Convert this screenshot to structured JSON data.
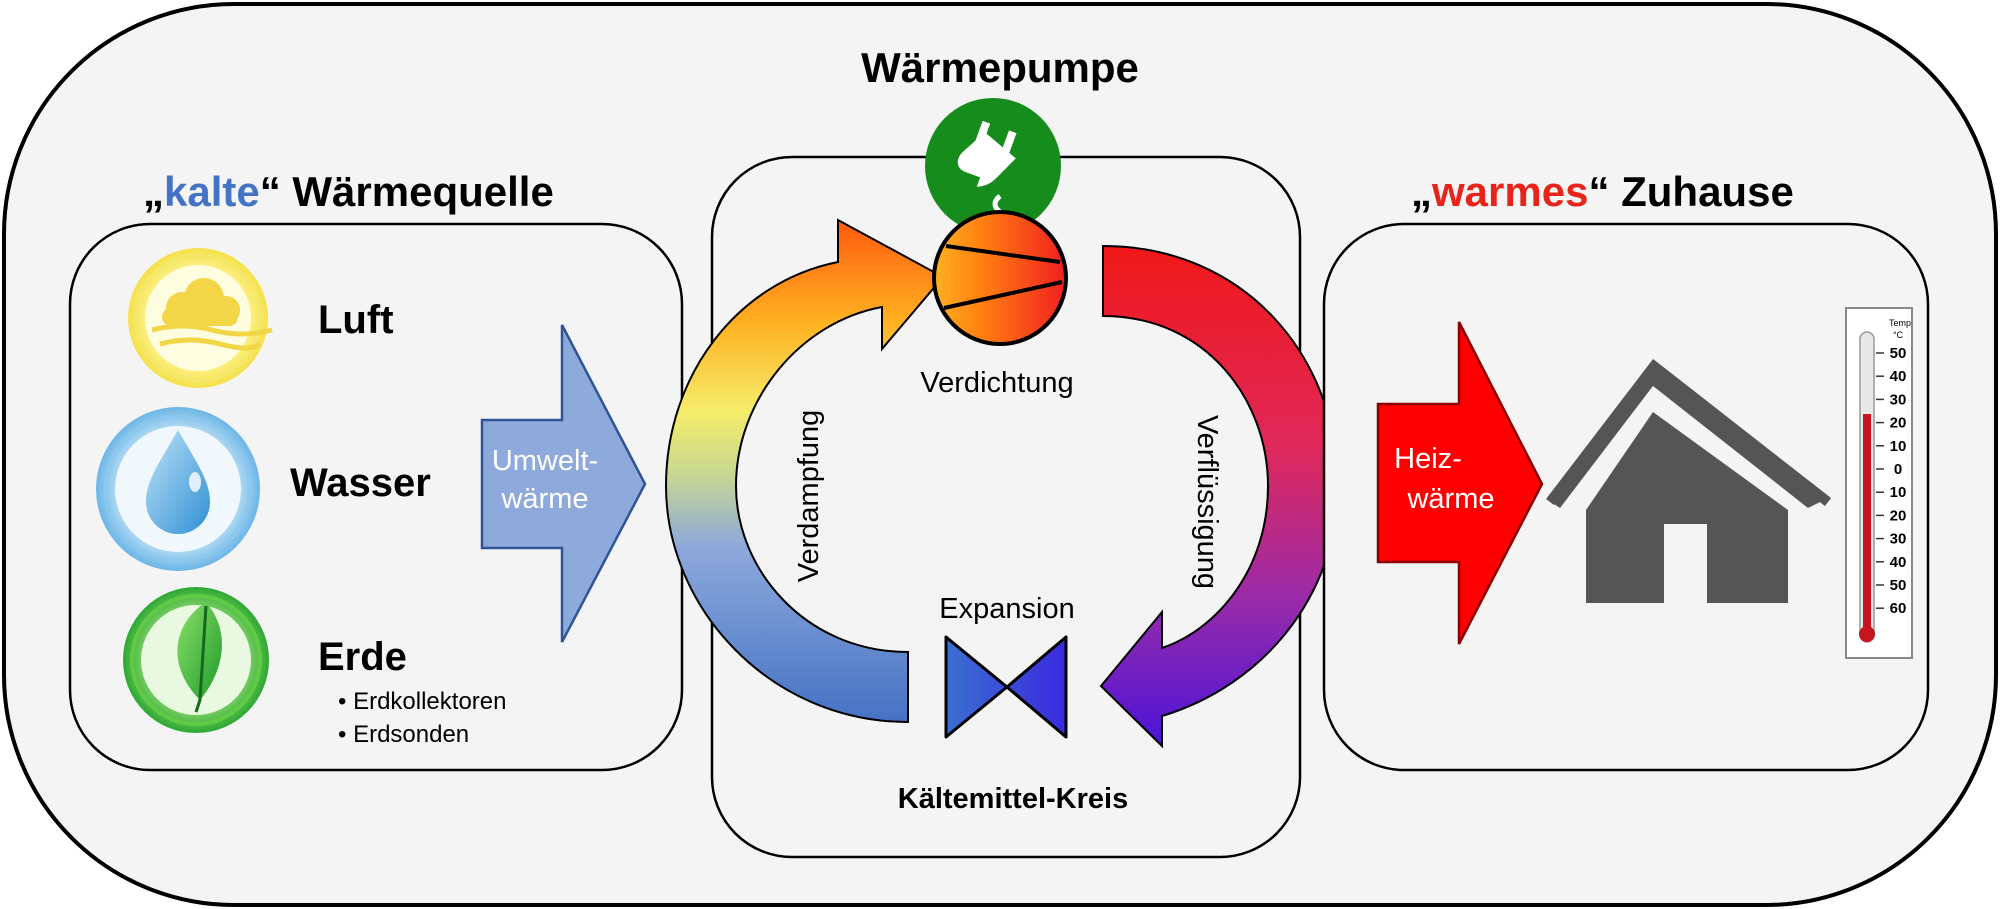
{
  "title": "Wärmepumpe",
  "source": {
    "heading_prefix": "„",
    "heading_highlight": "kalte",
    "heading_suffix": "“ Wärmequelle",
    "highlight_color": "#4472C4",
    "items": [
      {
        "label": "Luft",
        "icon": "cloud-wind-icon"
      },
      {
        "label": "Wasser",
        "icon": "water-drop-icon"
      },
      {
        "label": "Erde",
        "icon": "leaf-icon"
      }
    ],
    "sub_items": [
      "• Erdkollektoren",
      "• Erdsonden"
    ],
    "arrow_line1": "Umwelt-",
    "arrow_line2": "wärme"
  },
  "cycle": {
    "compression": "Verdichtung",
    "evaporation": "Verdampfung",
    "condensation": "Verflüssigung",
    "expansion": "Expansion",
    "circuit_label": "Kältemittel-Kreis",
    "power_icon": "plug-icon"
  },
  "home": {
    "heading_prefix": "„",
    "heading_highlight": "warmes",
    "heading_suffix": "“ Zuhause",
    "highlight_color": "#E8231A",
    "arrow_line1": "Heiz-",
    "arrow_line2": "wärme",
    "house_icon": "house-icon",
    "thermometer": {
      "header1": "Temp",
      "header2": "°C",
      "scale": [
        "50",
        "40",
        "30",
        "20",
        "10",
        "0",
        "10",
        "20",
        "30",
        "40",
        "50",
        "60"
      ]
    }
  }
}
